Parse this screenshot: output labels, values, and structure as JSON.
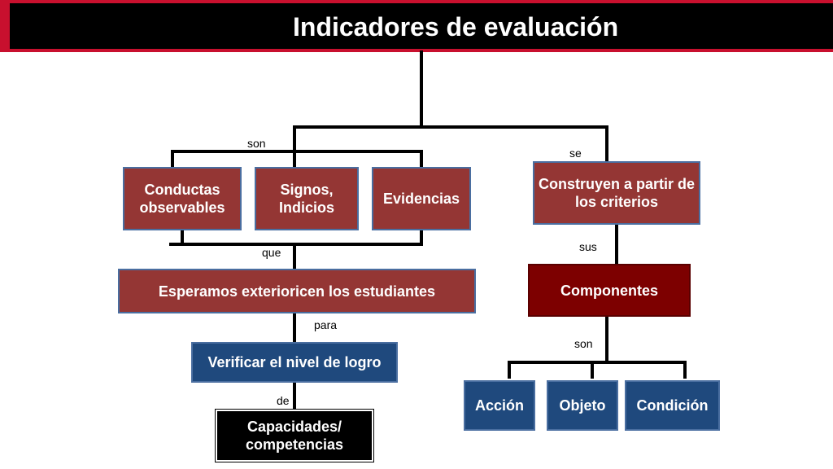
{
  "title": "Indicadores de evaluación",
  "boxes": {
    "conductas": "Conductas observables",
    "signos": "Signos, Indicios",
    "evidencias": "Evidencias",
    "construyen": "Construyen a partir de los criterios",
    "esperamos": "Esperamos exterioricen los estudiantes",
    "componentes": "Componentes",
    "verificar": "Verificar el nivel de logro",
    "capacidades": "Capacidades/ competencias",
    "accion": "Acción",
    "objeto": "Objeto",
    "condicion": "Condición"
  },
  "connectors": {
    "son_left": "son",
    "se": "se",
    "que": "que",
    "sus": "sus",
    "para": "para",
    "son_right": "son",
    "de": "de"
  },
  "colors": {
    "title_bar": "#000000",
    "accent_red": "#c8102e",
    "box_red": "#943634",
    "box_dark_red": "#7d0000",
    "box_blue": "#1f497d",
    "box_black": "#000000"
  }
}
